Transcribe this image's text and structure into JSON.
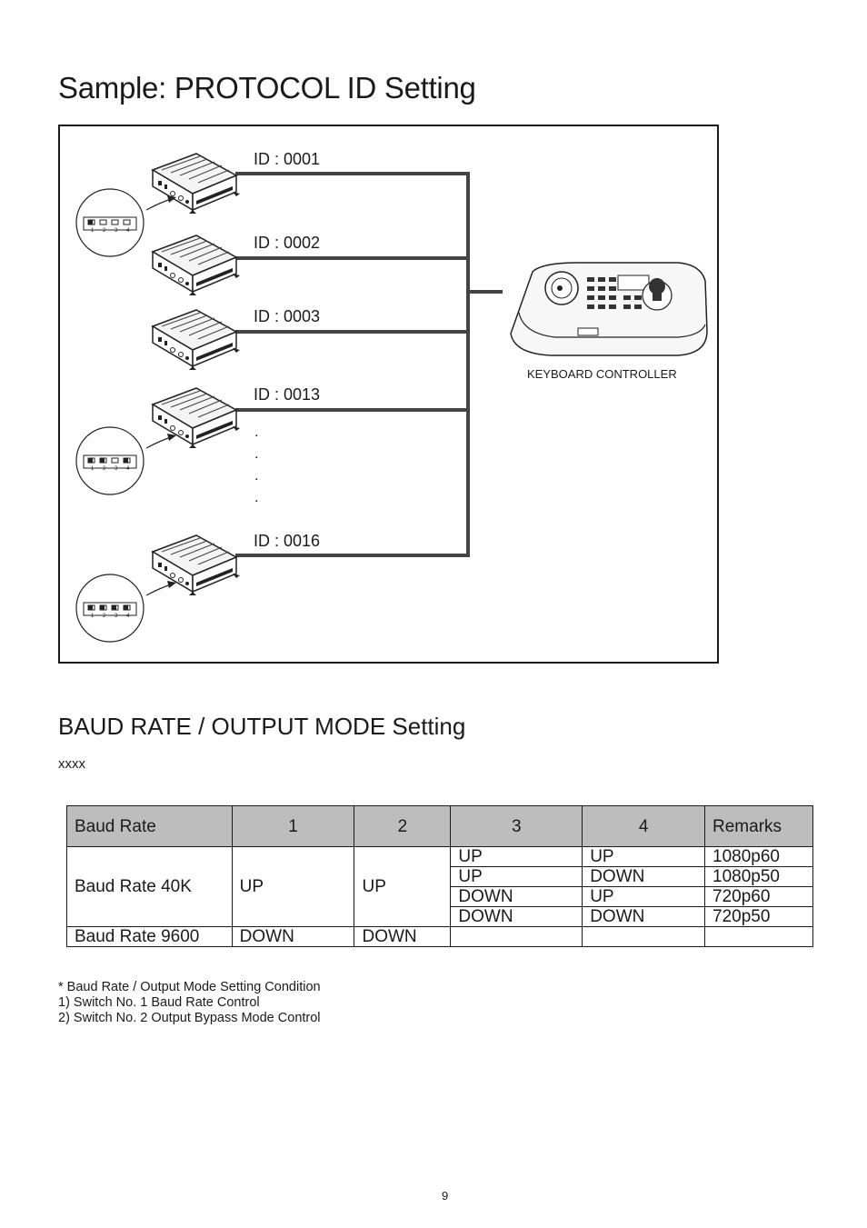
{
  "title_protocol": "Sample: PROTOCOL ID Setting",
  "diagram": {
    "ids": [
      "ID : 0001",
      "ID : 0002",
      "ID : 0003",
      "ID : 0013",
      "ID : 0016"
    ],
    "dots": [
      ".",
      ".",
      ".",
      "."
    ],
    "keyboard_label": "KEYBOARD CONTROLLER",
    "dip_numbers": [
      "1",
      "2",
      "3",
      "4"
    ]
  },
  "title_baud": "BAUD RATE / OUTPUT MODE Setting",
  "subtitle": "xxxx",
  "table": {
    "headers": [
      "Baud Rate",
      "1",
      "2",
      "3",
      "4",
      "Remarks"
    ],
    "row40k": {
      "label": "Baud Rate 40K",
      "sw1": "UP",
      "sw2": "UP",
      "sub": [
        {
          "sw3": "UP",
          "sw4": "UP",
          "remark": "1080p60"
        },
        {
          "sw3": "UP",
          "sw4": "DOWN",
          "remark": "1080p50"
        },
        {
          "sw3": "DOWN",
          "sw4": "UP",
          "remark": "720p60"
        },
        {
          "sw3": "DOWN",
          "sw4": "DOWN",
          "remark": "720p50"
        }
      ]
    },
    "row9600": {
      "label": "Baud Rate 9600",
      "sw1": "DOWN",
      "sw2": "DOWN",
      "sw3": "",
      "sw4": "",
      "remark": ""
    }
  },
  "notes": [
    "* Baud Rate / Output Mode Setting Condition",
    "1) Switch No. 1 Baud Rate Control",
    "2) Switch No. 2 Output Bypass Mode Control"
  ],
  "page_number": "9"
}
